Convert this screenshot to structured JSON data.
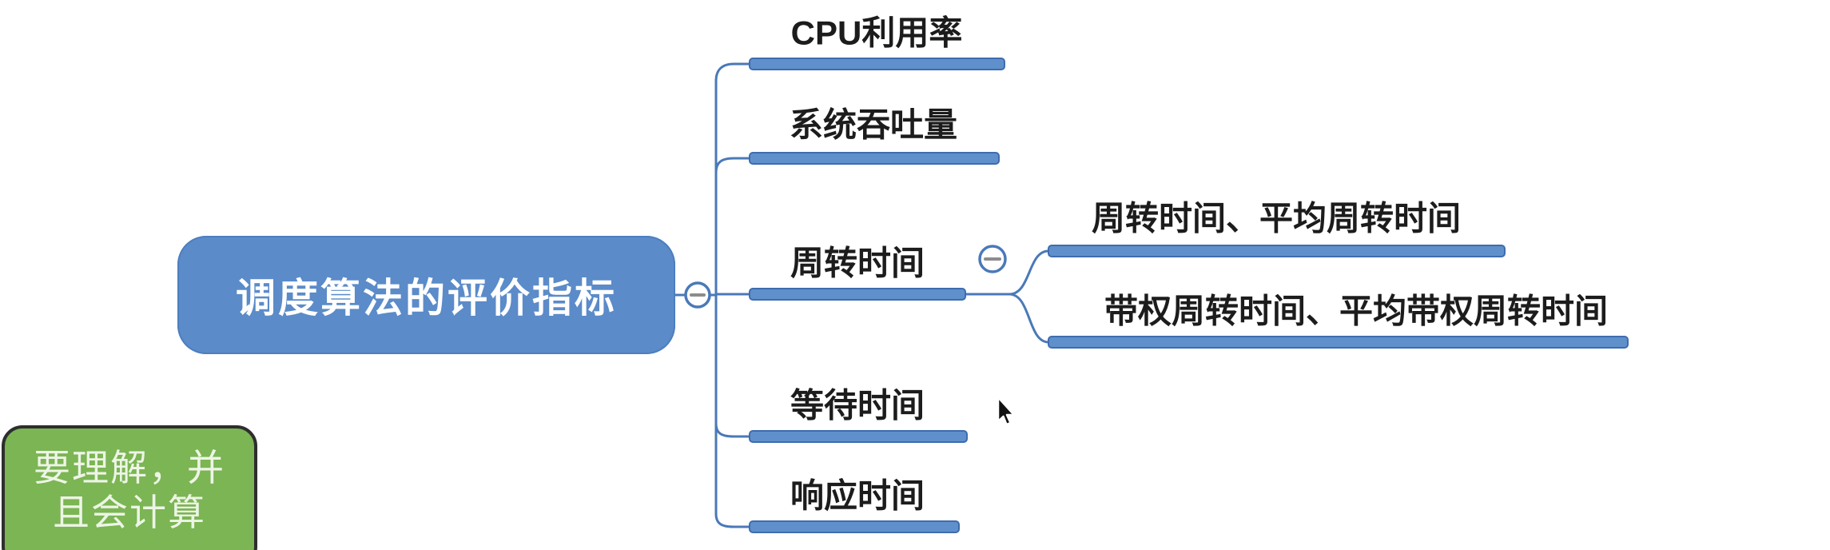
{
  "root": {
    "label": "调度算法的评价指标"
  },
  "branches": [
    {
      "label": "CPU利用率"
    },
    {
      "label": "系统吞吐量"
    },
    {
      "label": "周转时间",
      "collapse_icon": "minus-icon",
      "children": [
        {
          "label": "周转时间、平均周转时间"
        },
        {
          "label": "带权周转时间、平均带权周转时间"
        }
      ]
    },
    {
      "label": "等待时间"
    },
    {
      "label": "响应时间"
    }
  ],
  "root_collapse_icon": "minus-icon",
  "note": {
    "line1": "要理解，并",
    "line2": "且会计算"
  },
  "cursor": "arrow-cursor",
  "colors": {
    "topic_blue": "#5b8bc9",
    "bar_fill": "#6090cb",
    "bar_border": "#3e6cae",
    "connector_blue": "#4a79b8",
    "label_text": "#1c1c1c",
    "note_green": "#7cb554",
    "note_border": "#2e2e2e",
    "note_text": "#edf5e6",
    "collapse_minus_gray": "#8c8c8c"
  }
}
